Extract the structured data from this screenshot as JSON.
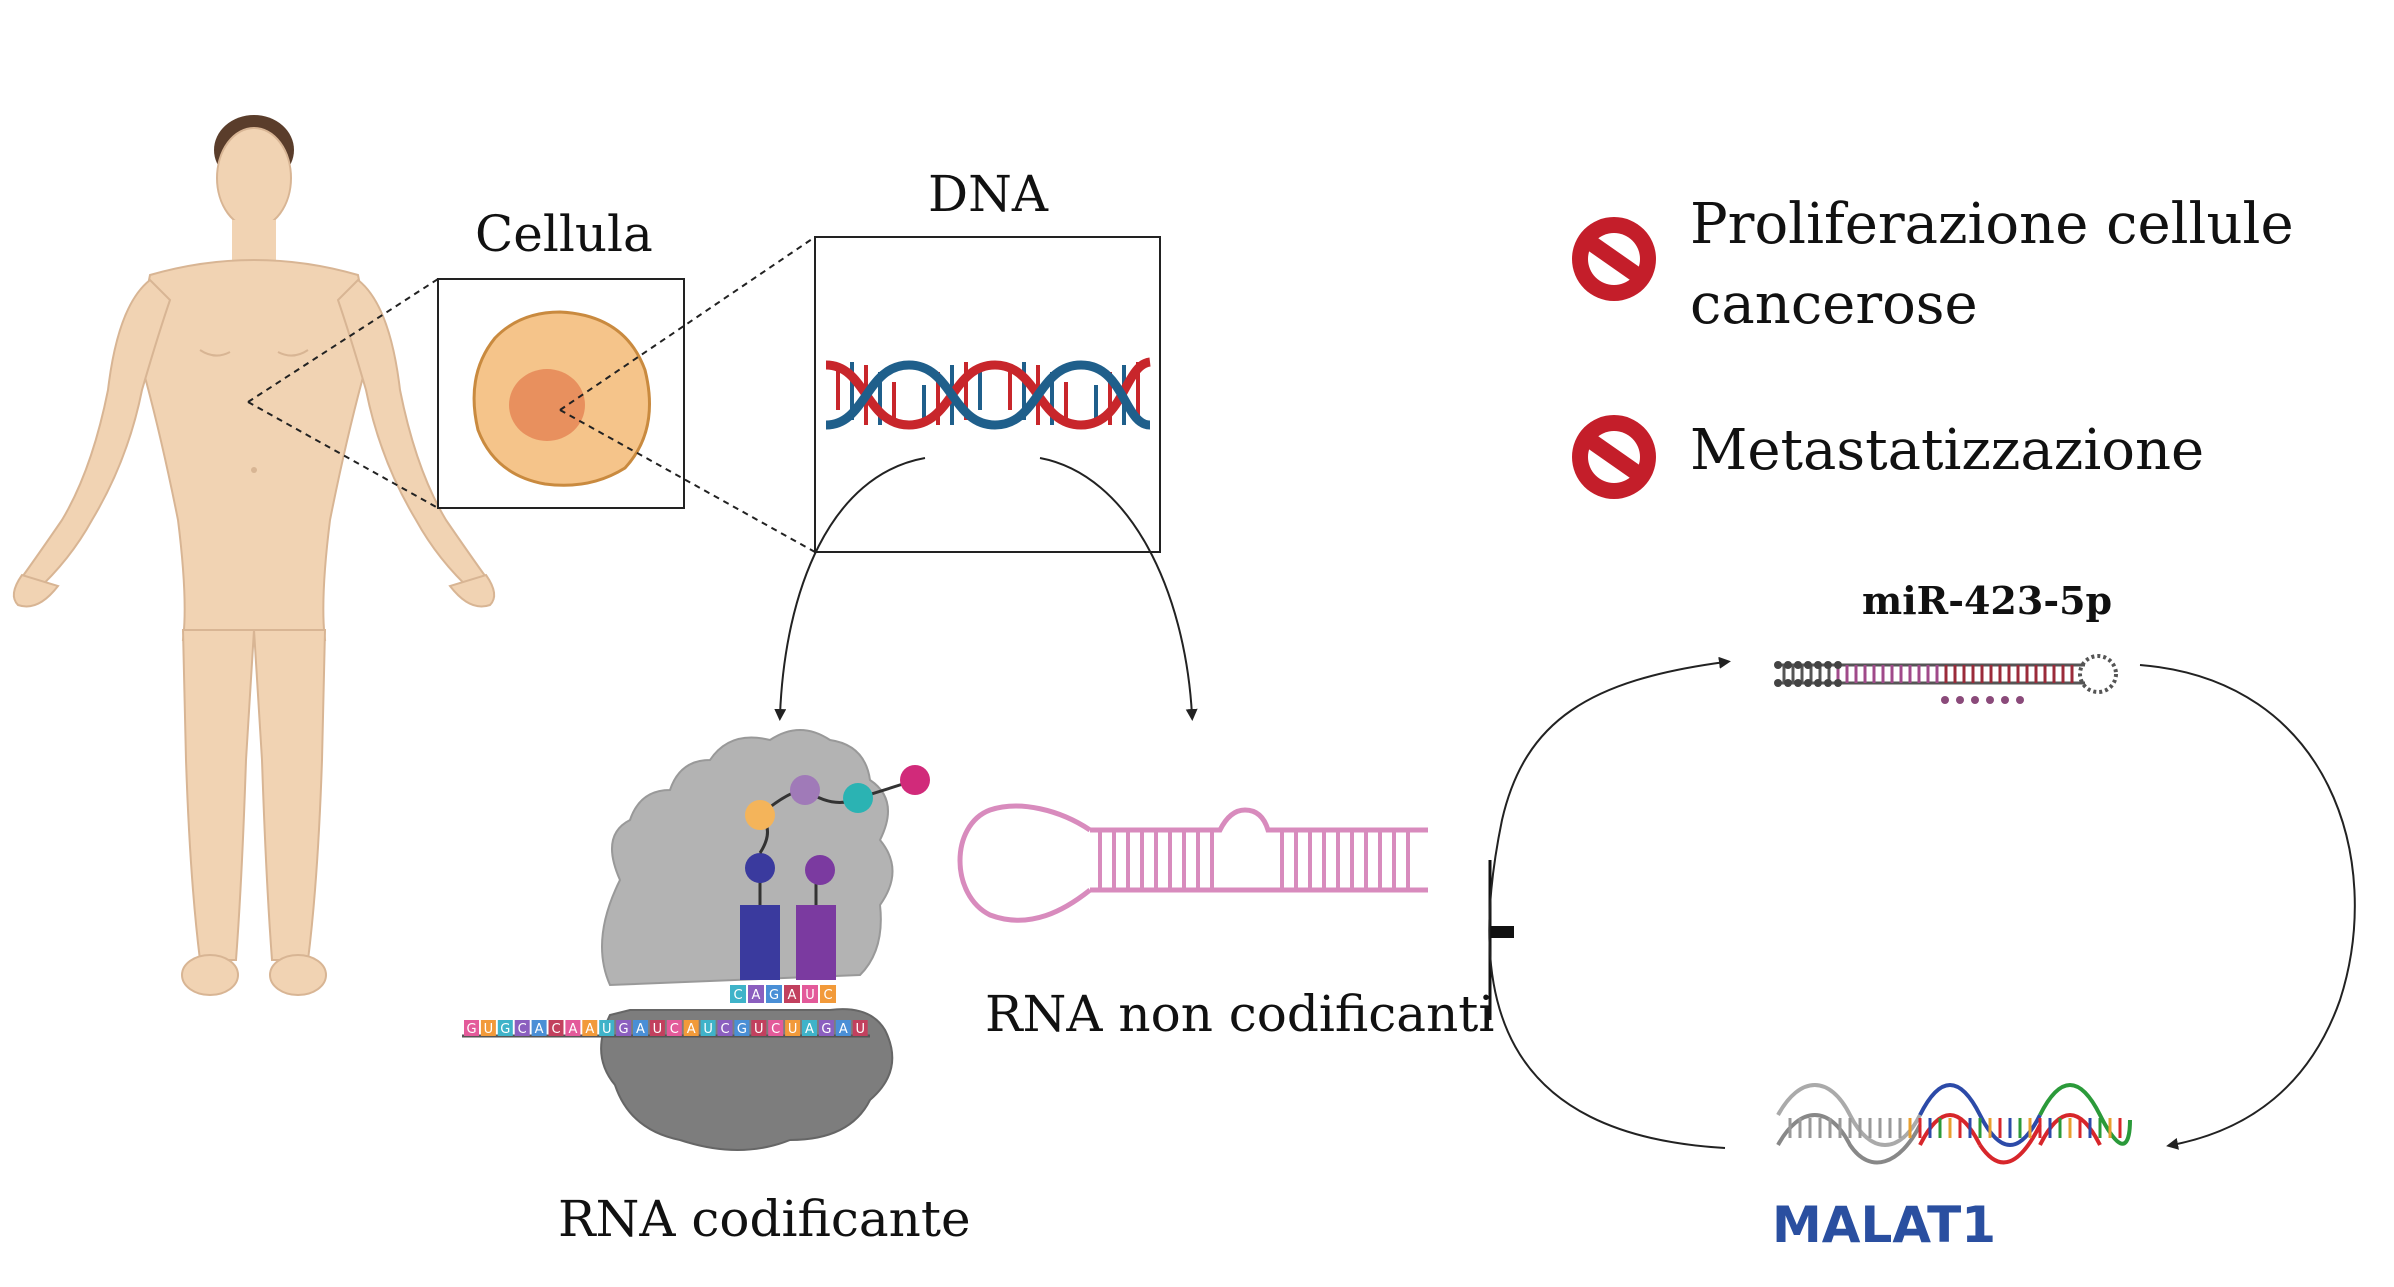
{
  "labels": {
    "cell": "Cellula",
    "dna": "DNA",
    "coding_rna": "RNA codificante",
    "non_coding_rna": "RNA non codificanti",
    "inhibited_1_line1": "Proliferazione cellule",
    "inhibited_1_line2": "cancerose",
    "inhibited_2": "Metastatizzazione",
    "mirna": "miR-423-5p",
    "lncrna": "MALAT1"
  },
  "mrna_sequence": [
    "G",
    "U",
    "G",
    "C",
    "A",
    "C",
    "A",
    "A",
    "U",
    "G",
    "A",
    "U",
    "C",
    "A",
    "U",
    "C",
    "G",
    "U",
    "C",
    "U",
    "A",
    "G",
    "A",
    "U"
  ],
  "trna_anticodons": [
    "C",
    "A",
    "G",
    "A",
    "U",
    "C"
  ],
  "colors": {
    "skin": "#f1d3b3",
    "cell_cytoplasm": "#f5c48a",
    "cell_nucleus": "#e8905e",
    "dna_strand_red": "#c8262b",
    "dna_strand_blue": "#1f5f8b",
    "stop_sign": "#c41e2a",
    "hairpin_rna": "#d88bbd",
    "malat_title": "#2a4fa0"
  }
}
